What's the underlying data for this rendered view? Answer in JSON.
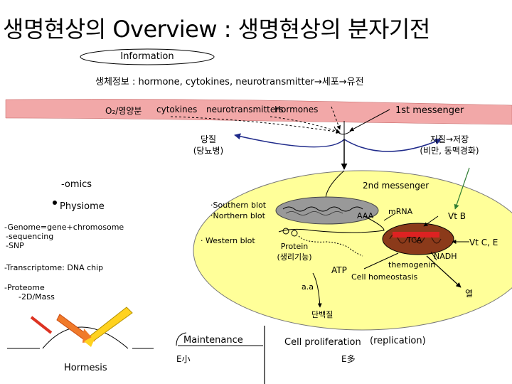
{
  "title": "생명현상의 Overview : 생명현상의 분자기전",
  "info_label": "Information",
  "bio_info_line": "생체정보 : hormone, cytokines, neurotransmitter→세포→유전",
  "membrane": {
    "o2": "O₂/영양분",
    "cytokines": "cytokines",
    "neuro": "neurotransmitters",
    "hormones": "Hormones"
  },
  "first_messenger": "1st messenger",
  "sugar": "당질",
  "diabetes": "(당뇨병)",
  "lipid": "지질→저장",
  "lipid_disease": "(비만, 동맥경화)",
  "omics": "-omics",
  "physiome": "Physiome",
  "genome_1": "-Genome=gene+chromosome",
  "genome_2": "-sequencing",
  "genome_3": "-SNP",
  "transcriptome": "-Transcriptome: DNA chip",
  "proteome_1": "-Proteome",
  "proteome_2": "-2D/Mass",
  "second_messenger": "2nd messenger",
  "southern": "·Southern blot",
  "northern": "·Northern blot",
  "western": "· Western blot",
  "aaa": "AAA",
  "mrna": "mRNA",
  "vtb": "Vt B",
  "tca": "TCA",
  "vtce": "Vt C, E",
  "nadh": "NADH",
  "protein": "Protein",
  "protein_fn": "(생리기능)",
  "atp": "ATP",
  "thermogenin": "themogenin",
  "homeostasis": "Cell homeostasis",
  "aa": "a.a",
  "heat": "열",
  "dan": "단백질",
  "maintenance": "Maintenance",
  "e_small": "E小",
  "cell_prolif": "Cell proliferation",
  "replication": "(replication)",
  "e_many": "E多",
  "hormesis": "Hormesis",
  "colors": {
    "membrane_band": "#f2a8a8",
    "cell": "#ffff99",
    "nucleus": "#999999",
    "mito": "#8b3a1a",
    "arrow_green": "#2e7d32",
    "arrow_blue": "#1f2a8a",
    "red_bar": "#dd2222",
    "orange": "#f07a2a",
    "yellow": "#ffd21f"
  }
}
